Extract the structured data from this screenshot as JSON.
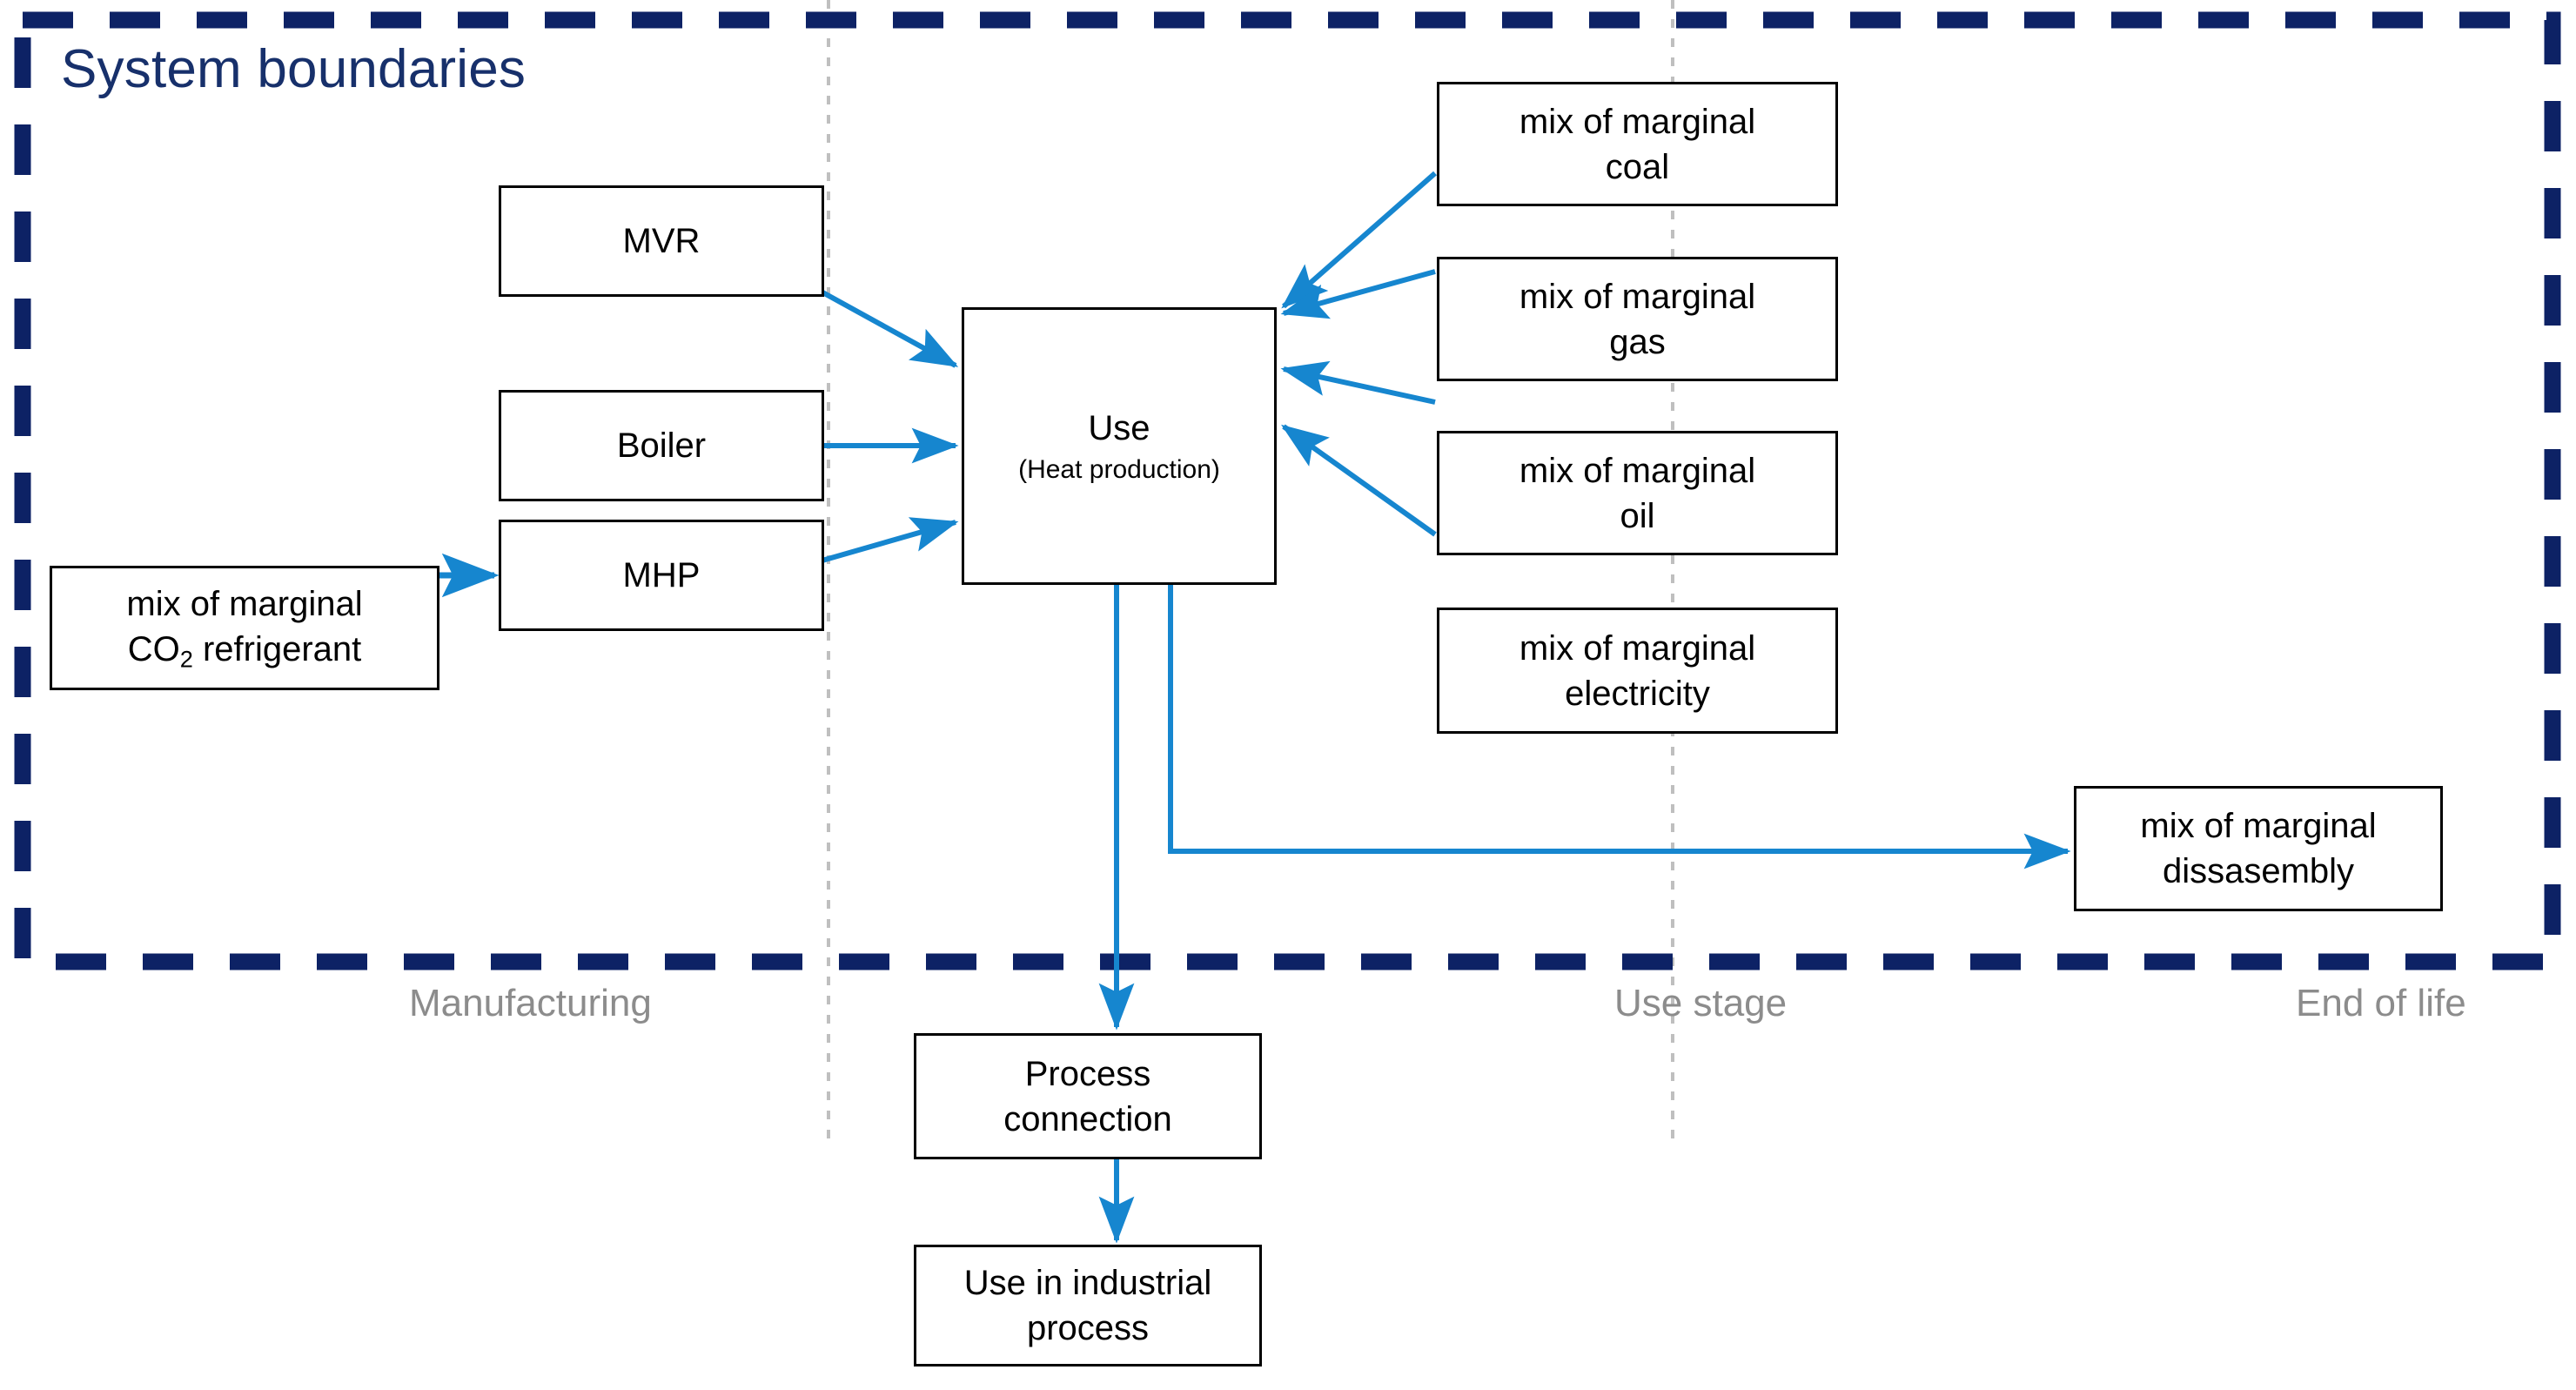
{
  "diagram": {
    "title": "System boundaries",
    "colors": {
      "boundary": "#0d2265",
      "arrow": "#1686cf",
      "box_border": "#000000",
      "stage_label": "#8c8c8c",
      "title": "#17306b",
      "separator": "#bfbfbf"
    },
    "stage_labels": [
      {
        "id": "manufacturing",
        "text": "Manufacturing"
      },
      {
        "id": "use-stage",
        "text": "Use stage"
      },
      {
        "id": "end-of-life",
        "text": "End of life"
      }
    ],
    "nodes": {
      "mvr": {
        "label": "MVR"
      },
      "boiler": {
        "label": "Boiler"
      },
      "mhp": {
        "label": "MHP"
      },
      "co2_refrigerant": {
        "line1": "mix of marginal",
        "line2_pre": "CO",
        "line2_sub": "2",
        "line2_post": " refrigerant"
      },
      "use": {
        "label": "Use",
        "sublabel": "(Heat production)"
      },
      "coal": {
        "line1": "mix of marginal",
        "line2": "coal"
      },
      "gas": {
        "line1": "mix of marginal",
        "line2": "gas"
      },
      "oil": {
        "line1": "mix of marginal",
        "line2": "oil"
      },
      "electricity": {
        "line1": "mix of marginal",
        "line2": "electricity"
      },
      "dissasembly": {
        "line1": "mix of marginal",
        "line2": "dissasembly"
      },
      "process_connection": {
        "line1": "Process",
        "line2": "connection"
      },
      "industrial_use": {
        "line1": "Use in industrial",
        "line2": "process"
      }
    },
    "edges": [
      {
        "from": "mvr",
        "to": "use"
      },
      {
        "from": "boiler",
        "to": "use"
      },
      {
        "from": "mhp",
        "to": "use"
      },
      {
        "from": "co2_refrigerant",
        "to": "mhp"
      },
      {
        "from": "coal",
        "to": "use"
      },
      {
        "from": "gas",
        "to": "use"
      },
      {
        "from": "oil",
        "to": "use"
      },
      {
        "from": "electricity",
        "to": "use"
      },
      {
        "from": "use",
        "to": "dissasembly"
      },
      {
        "from": "use",
        "to": "process_connection"
      },
      {
        "from": "process_connection",
        "to": "industrial_use"
      }
    ]
  }
}
